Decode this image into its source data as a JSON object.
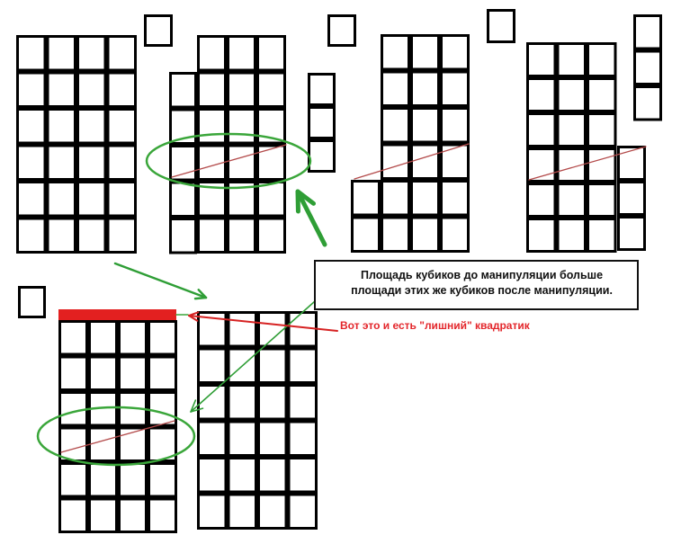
{
  "callout": {
    "line1": "Площадь кубиков до манипуляции больше",
    "line2": "площади этих  же кубиков после манипуляции."
  },
  "annotation": "Вот это и есть \"лишний\" квадратик",
  "colors": {
    "cells": "#000000",
    "highlight": "#e32020",
    "ellipse": "#3aa63a",
    "arrow": "#2f9e36",
    "cut_line": "#b34a4a",
    "annotation_arrow": "#d62222"
  }
}
